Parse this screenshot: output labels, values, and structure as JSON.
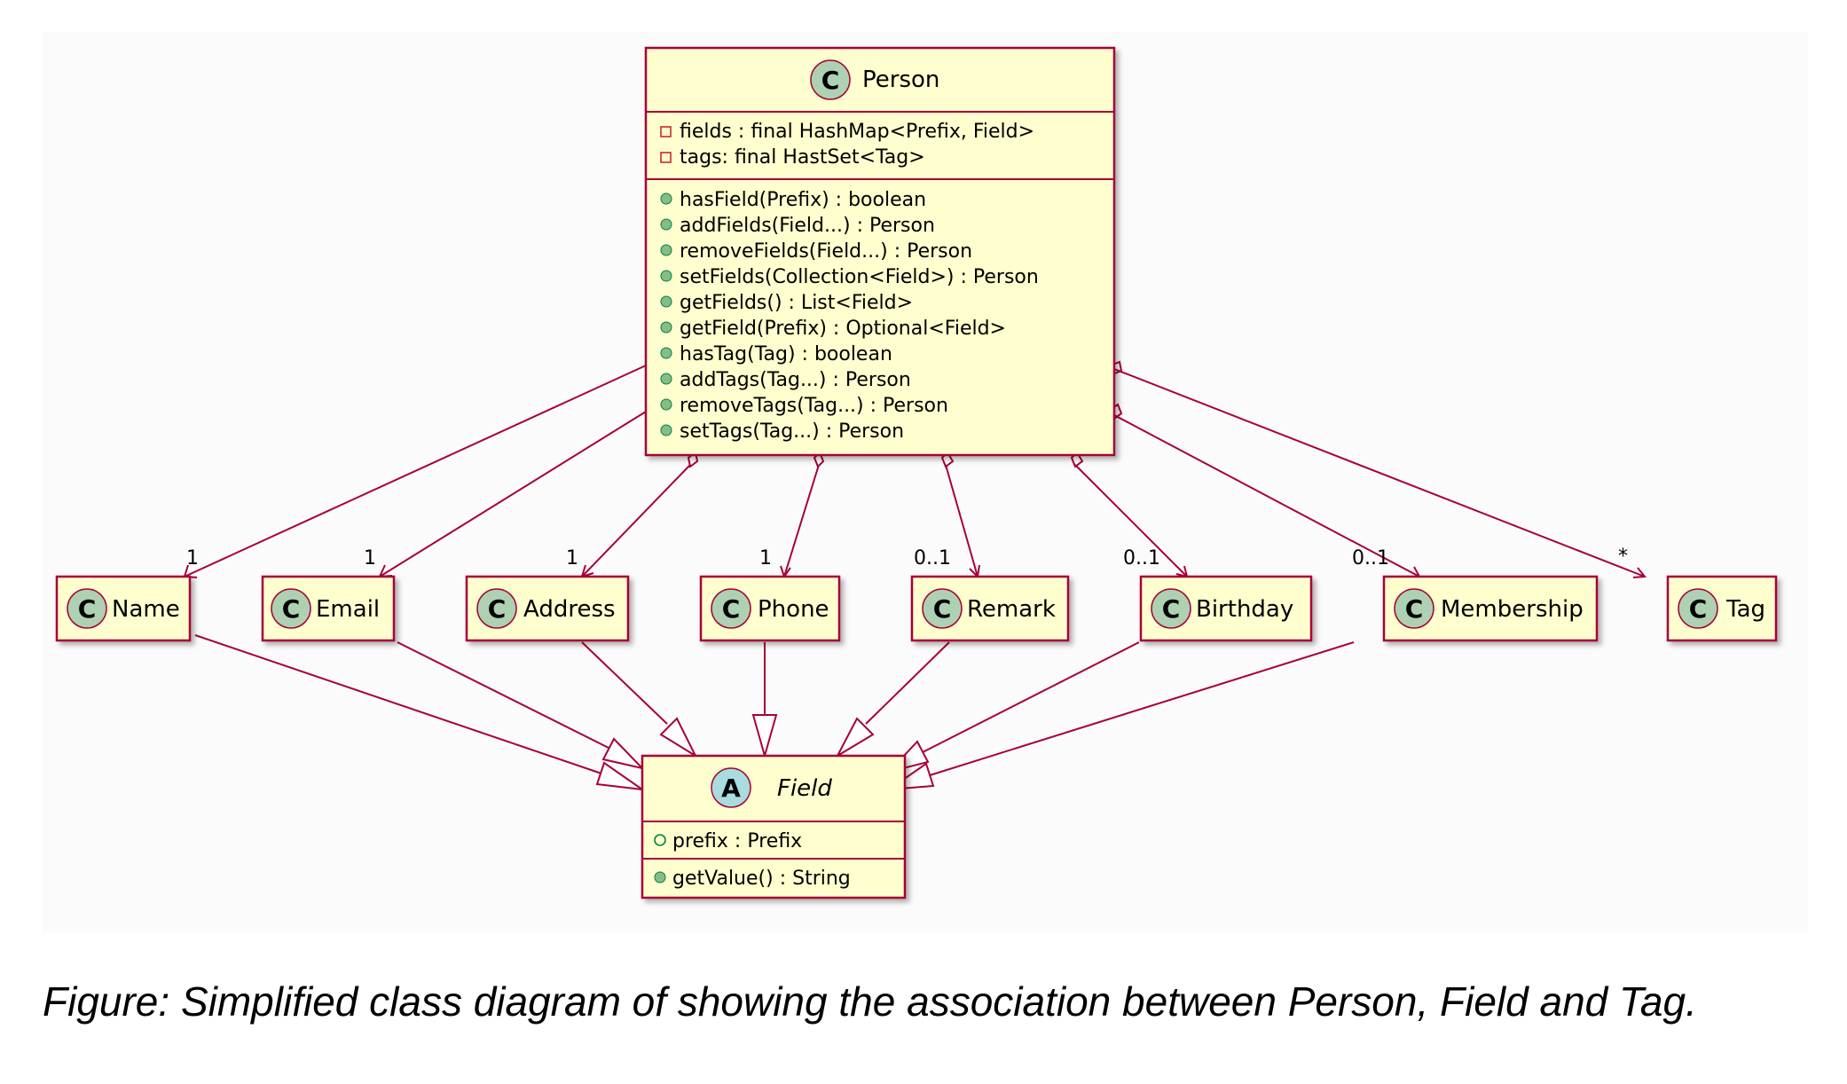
{
  "person": {
    "name": "Person",
    "stereotype": "C",
    "fields": [
      "fields : final HashMap<Prefix, Field>",
      "tags: final HastSet<Tag>"
    ],
    "methods": [
      "hasField(Prefix) : boolean",
      "addFields(Field...) : Person",
      "removeFields(Field...) : Person",
      "setFields(Collection<Field>) : Person",
      "getFields() : List<Field>",
      "getField(Prefix) : Optional<Field>",
      "hasTag(Tag) : boolean",
      "addTags(Tag...) : Person",
      "removeTags(Tag...) : Person",
      "setTags(Tag...) : Person"
    ]
  },
  "classes": [
    {
      "name": "Name",
      "stereotype": "C",
      "multiplicity": "1"
    },
    {
      "name": "Email",
      "stereotype": "C",
      "multiplicity": "1"
    },
    {
      "name": "Address",
      "stereotype": "C",
      "multiplicity": "1"
    },
    {
      "name": "Phone",
      "stereotype": "C",
      "multiplicity": "1"
    },
    {
      "name": "Remark",
      "stereotype": "C",
      "multiplicity": "0..1"
    },
    {
      "name": "Birthday",
      "stereotype": "C",
      "multiplicity": "0..1"
    },
    {
      "name": "Membership",
      "stereotype": "C",
      "multiplicity": "0..1"
    },
    {
      "name": "Tag",
      "stereotype": "C",
      "multiplicity": "*"
    }
  ],
  "field": {
    "name": "Field",
    "stereotype": "A",
    "fields": [
      "prefix : Prefix"
    ],
    "methods": [
      "getValue() : String"
    ]
  },
  "caption": "Figure: Simplified class diagram of showing the association between Person, Field and Tag.",
  "colors": {
    "border": "#a80036",
    "fill": "#fefece",
    "class_badge": "#add1b2",
    "abstract_badge": "#a9dcdf",
    "private_marker": "#c82930",
    "public_marker": "#84be84"
  }
}
